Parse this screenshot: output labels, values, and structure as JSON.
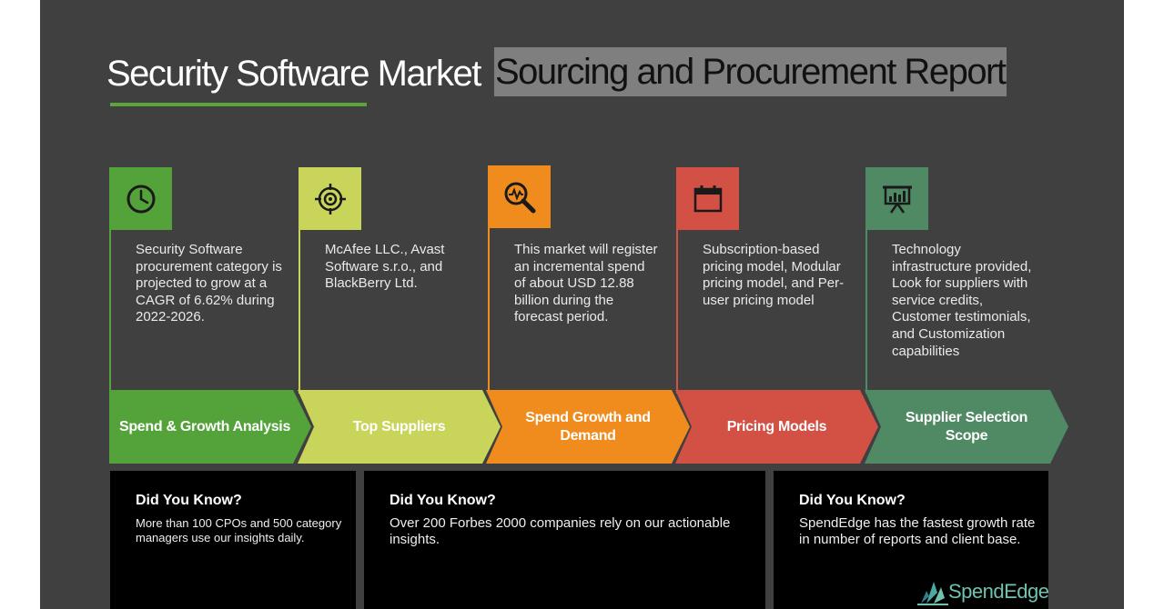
{
  "header": {
    "title": "Security Software Market",
    "subtitle": "Sourcing and Procurement Report"
  },
  "colors": {
    "background": "#404040",
    "spend_growth_analysis": "#53a23a",
    "top_suppliers": "#c9d45a",
    "spend_growth_demand": "#f08c1e",
    "pricing_models": "#d35044",
    "supplier_selection": "#4f8a64"
  },
  "columns": [
    {
      "icon": "clock-icon",
      "text": "Security Software procurement category is projected to grow at a CAGR of 6.62% during 2022-2026.",
      "label": "Spend & Growth Analysis"
    },
    {
      "icon": "target-icon",
      "text": "McAfee LLC., Avast Software s.r.o., and BlackBerry Ltd.",
      "label": "Top Suppliers"
    },
    {
      "icon": "magnifier-chart-icon",
      "text": "This market will register an incremental spend of about USD 12.88 billion during the forecast period.",
      "label": "Spend Growth and Demand"
    },
    {
      "icon": "calendar-icon",
      "text": "Subscription-based pricing model, Modular pricing model, and Per-user pricing model",
      "label": "Pricing Models"
    },
    {
      "icon": "presentation-board-icon",
      "text": "Technology infrastructure provided, Look for suppliers with service credits, Customer testimonials, and Customization capabilities",
      "label": "Supplier Selection Scope"
    }
  ],
  "facts": [
    {
      "heading": "Did You Know?",
      "body": "More than 100 CPOs and 500 category managers use our insights daily."
    },
    {
      "heading": "Did You Know?",
      "body": "Over 200 Forbes 2000 companies rely on our actionable insights."
    },
    {
      "heading": "Did You Know?",
      "body": "SpendEdge has the fastest growth rate in number of reports and client base."
    }
  ],
  "brand": {
    "logo_text": "SpendEdge",
    "logo_icon": "spendedge-logo-icon"
  }
}
